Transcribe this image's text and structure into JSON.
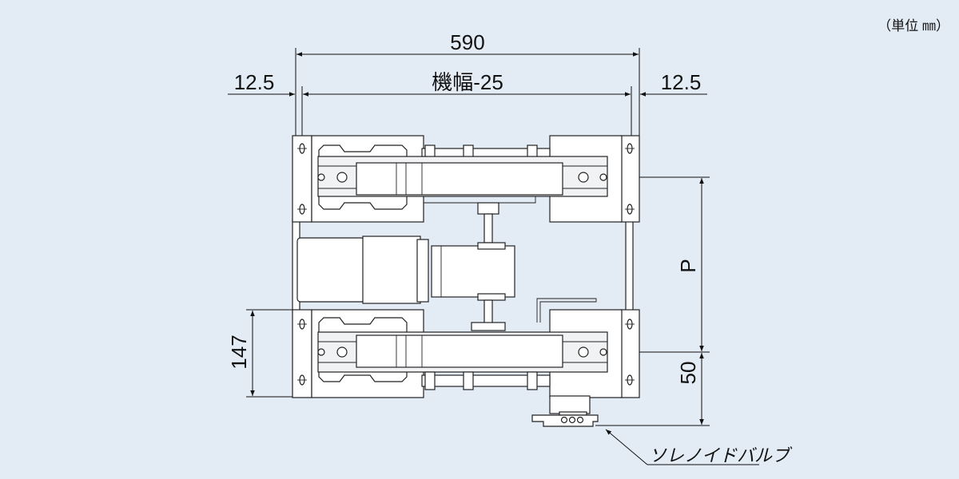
{
  "unit_note": "（単位 ㎜）",
  "dimensions": {
    "overall_width": "590",
    "machine_width": "機幅-25",
    "left_offset": "12.5",
    "right_offset": "12.5",
    "pitch": "P",
    "frame_depth": "147",
    "valve_offset": "50"
  },
  "callouts": {
    "solenoid_valve": "ソレノイドバルブ"
  },
  "colors": {
    "background": "#e3ebf4",
    "line": "#222222",
    "part_fill": "#ffffff"
  }
}
